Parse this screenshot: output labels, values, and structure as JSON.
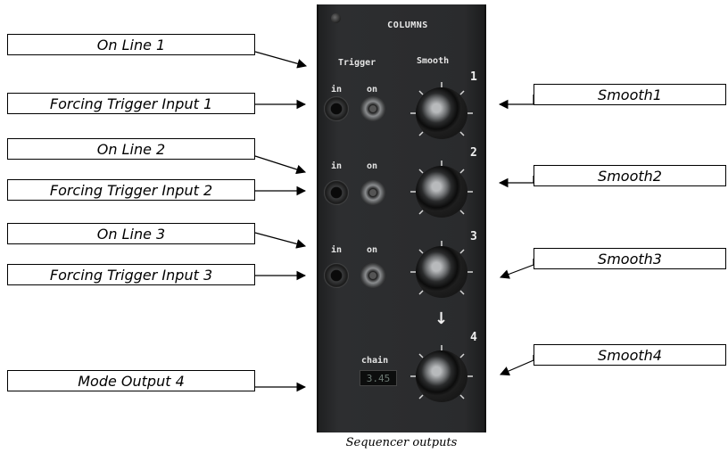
{
  "panel": {
    "title": "COLUMNS",
    "trigger_label": "Trigger",
    "smooth_label": "Smooth",
    "in_label": "in",
    "on_label": "on",
    "chain_label": "chain",
    "chain_value": "3.45",
    "numbers": [
      "1",
      "2",
      "3",
      "4"
    ]
  },
  "labels_left": [
    "On Line 1",
    "Forcing Trigger Input 1",
    "On Line 2",
    "Forcing Trigger Input 2",
    "On Line 3",
    "Forcing Trigger Input 3",
    "Mode Output 4"
  ],
  "labels_right": [
    "Smooth1",
    "Smooth2",
    "Smooth3",
    "Smooth4"
  ],
  "caption": "Sequencer outputs"
}
